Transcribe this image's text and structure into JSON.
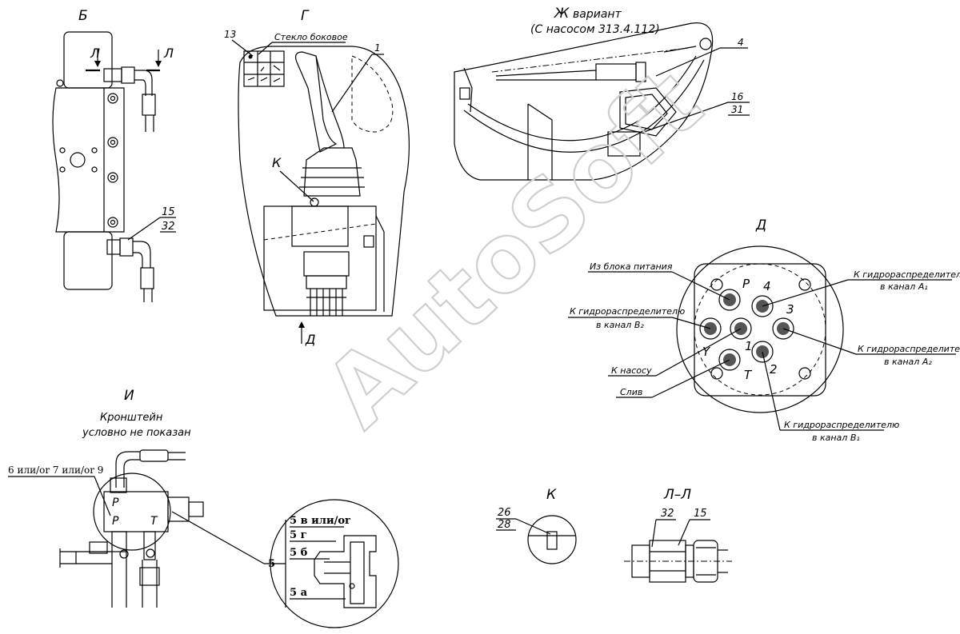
{
  "views": {
    "b": {
      "title": "Б",
      "section_mark": "Л",
      "pos1": "15",
      "pos2": "32"
    },
    "g": {
      "title": "Г",
      "pos13": "13",
      "glass_label": "Стекло боковое",
      "pos1": "1",
      "k_mark": "К",
      "d_mark": "Д"
    },
    "zh": {
      "title": "Ж",
      "title_suffix": "вариант",
      "subtitle": "(С насосом 313.4.112)",
      "pos4": "4",
      "pos16": "16",
      "pos31": "31"
    },
    "d": {
      "title": "Д",
      "labels": {
        "power": "Из блока питания",
        "a1a": "К гидрораспределителю",
        "a1b": "в канал A₁",
        "b2a": "К гидрораспределителю",
        "b2b": "в канал B₂",
        "a2a": "К гидрораспределителю",
        "a2b": "в канал A₂",
        "pump": "К насосу",
        "drain": "Слив",
        "b1a": "К гидрораспределителю",
        "b1b": "в канал B₁"
      },
      "ports": {
        "p": "P",
        "n4": "4",
        "n3": "3",
        "n1": "1",
        "n2": "2",
        "y": "Y",
        "t": "T"
      }
    },
    "i": {
      "title": "И",
      "note1": "Кронштейн",
      "note2": "условно не показан",
      "pos_label": "6 или/or 7 или/or 9",
      "p1": "P",
      "p2": "P",
      "t": "T",
      "detail": {
        "l1": "5 в или/or",
        "l2": "5 г",
        "l3": "5 б",
        "l4": "5 а",
        "l5": "5"
      }
    },
    "k": {
      "title": "К",
      "pos26": "26",
      "pos28": "28"
    },
    "ll": {
      "title": "Л–Л",
      "pos32": "32",
      "pos15": "15"
    }
  },
  "watermark": "AutoSoft"
}
